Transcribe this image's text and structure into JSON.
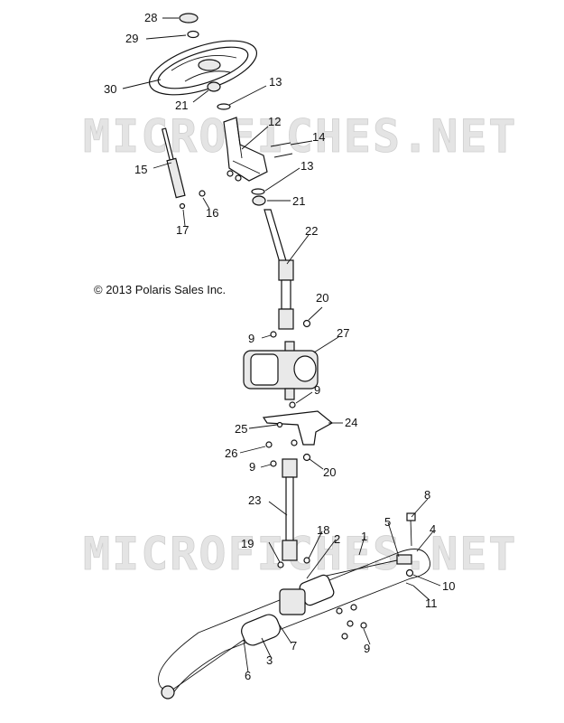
{
  "watermark": "MICROFICHES.NET",
  "copyright": "© 2013 Polaris Sales Inc.",
  "callouts": [
    "28",
    "29",
    "30",
    "21",
    "13",
    "12",
    "14",
    "13",
    "21",
    "15",
    "16",
    "17",
    "22",
    "20",
    "9",
    "27",
    "9",
    "25",
    "24",
    "26",
    "9",
    "20",
    "23",
    "8",
    "5",
    "4",
    "18",
    "2",
    "1",
    "19",
    "10",
    "11",
    "7",
    "3",
    "6",
    "9"
  ]
}
